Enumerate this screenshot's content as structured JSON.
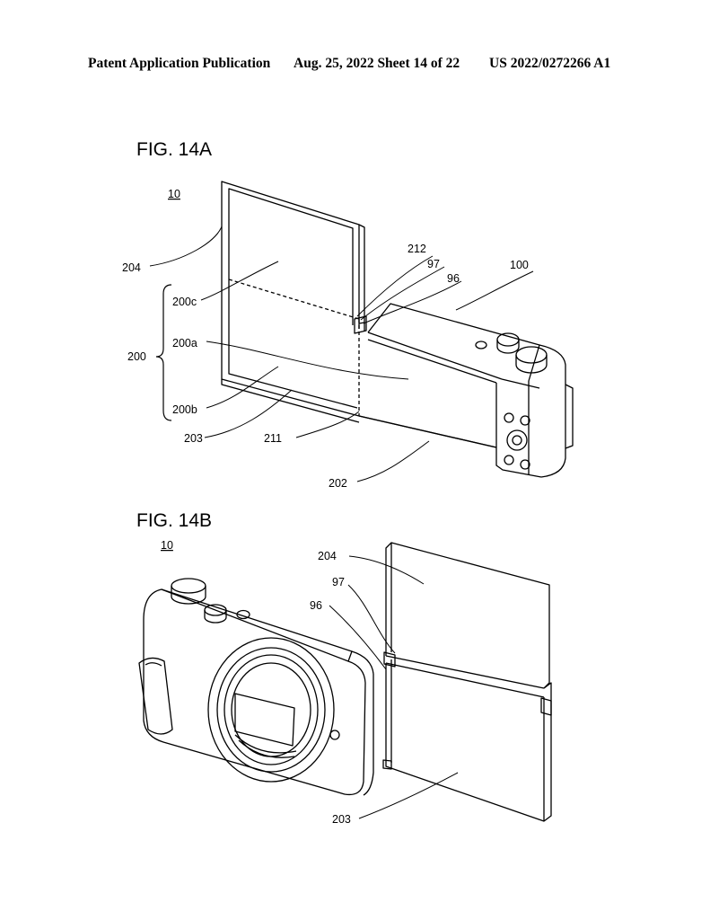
{
  "header": {
    "publication": "Patent Application Publication",
    "date_sheet": "Aug. 25, 2022  Sheet 14 of 22",
    "number": "US 2022/0272266 A1"
  },
  "figures": {
    "fig_a": {
      "title": "FIG. 14A",
      "refs": {
        "device": "10",
        "body": "100",
        "panel_assembly": "200",
        "panel_200a": "200a",
        "panel_200b": "200b",
        "panel_200c": "200c",
        "panel_202": "202",
        "panel_203": "203",
        "panel_204": "204",
        "hinge_211": "211",
        "hinge_212": "212",
        "hinge_96": "96",
        "hinge_97": "97"
      }
    },
    "fig_b": {
      "title": "FIG. 14B",
      "refs": {
        "device": "10",
        "panel_204": "204",
        "hinge_97": "97",
        "hinge_96": "96",
        "panel_203": "203"
      }
    }
  }
}
